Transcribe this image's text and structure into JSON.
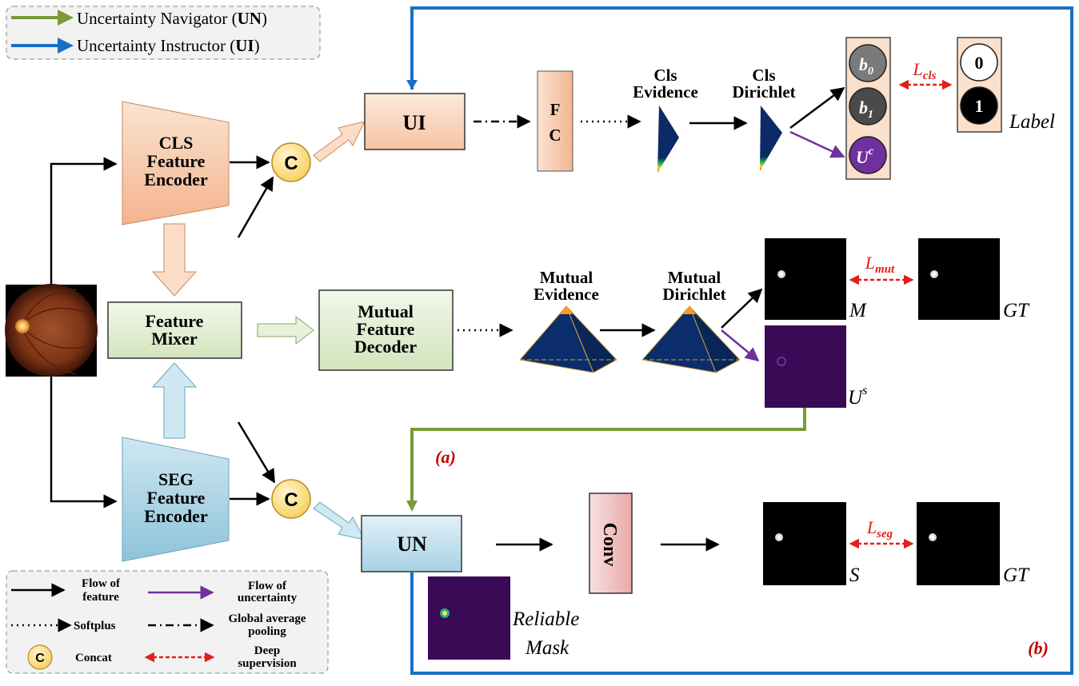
{
  "legend_top": {
    "un_prefix": "Uncertainty Navigator (",
    "un_bold": "UN",
    "un_suffix": ")",
    "ui_prefix": "Uncertainty Instructor (",
    "ui_bold": "UI",
    "ui_suffix": ")",
    "un_color": "#7a9a3a",
    "ui_color": "#1a6fc4"
  },
  "encoders": {
    "cls": [
      "CLS",
      "Feature",
      "Encoder"
    ],
    "seg": [
      "SEG",
      "Feature",
      "Encoder"
    ]
  },
  "mixer": [
    "Feature",
    "Mixer"
  ],
  "decoder": [
    "Mutual",
    "Feature",
    "Decoder"
  ],
  "concat_symbol": "C",
  "ui_block": "UI",
  "un_block": "UN",
  "fc_block": [
    "F",
    "C"
  ],
  "conv_block": "Conv",
  "cls_evidence": [
    "Cls",
    "Evidence"
  ],
  "cls_dirichlet": [
    "Cls",
    "Dirichlet"
  ],
  "mutual_evidence": [
    "Mutual",
    "Evidence"
  ],
  "mutual_dirichlet": [
    "Mutual",
    "Dirichlet"
  ],
  "output_nodes": {
    "b0": "b",
    "b0_sub": "0",
    "b1": "b",
    "b1_sub": "1",
    "uc": "U",
    "uc_sup": "c"
  },
  "label_nodes": [
    "0",
    "1"
  ],
  "label_text": "Label",
  "losses": {
    "cls": "L",
    "cls_sub": "cls",
    "mut": "L",
    "mut_sub": "mut",
    "seg": "L",
    "seg_sub": "seg"
  },
  "maps": {
    "m": "M",
    "gt1": "GT",
    "us": "U",
    "us_sup": "s",
    "s": "S",
    "gt2": "GT",
    "reliable_mask": [
      "Reliable",
      "Mask"
    ]
  },
  "part_labels": {
    "a": "(a)",
    "b": "(b)"
  },
  "legend_bottom": {
    "flow_feature": [
      "Flow of",
      "feature"
    ],
    "flow_uncertainty": [
      "Flow of",
      "uncertainty"
    ],
    "softplus": "Softplus",
    "gap": [
      "Global average",
      "pooling"
    ],
    "concat": "Concat",
    "deep_sup": [
      "Deep",
      "supervision"
    ]
  },
  "colors": {
    "cls_fill": "#f6c9a8",
    "seg_fill": "#a9d3e3",
    "mixer_fill": "#e4efd5",
    "instructor_blue": "#1a6fc4",
    "navigator_green": "#7a9a3a",
    "uncertainty_purple": "#7030a0",
    "supervision_red": "#e0201a",
    "concat_fill": "#ffe08a"
  }
}
